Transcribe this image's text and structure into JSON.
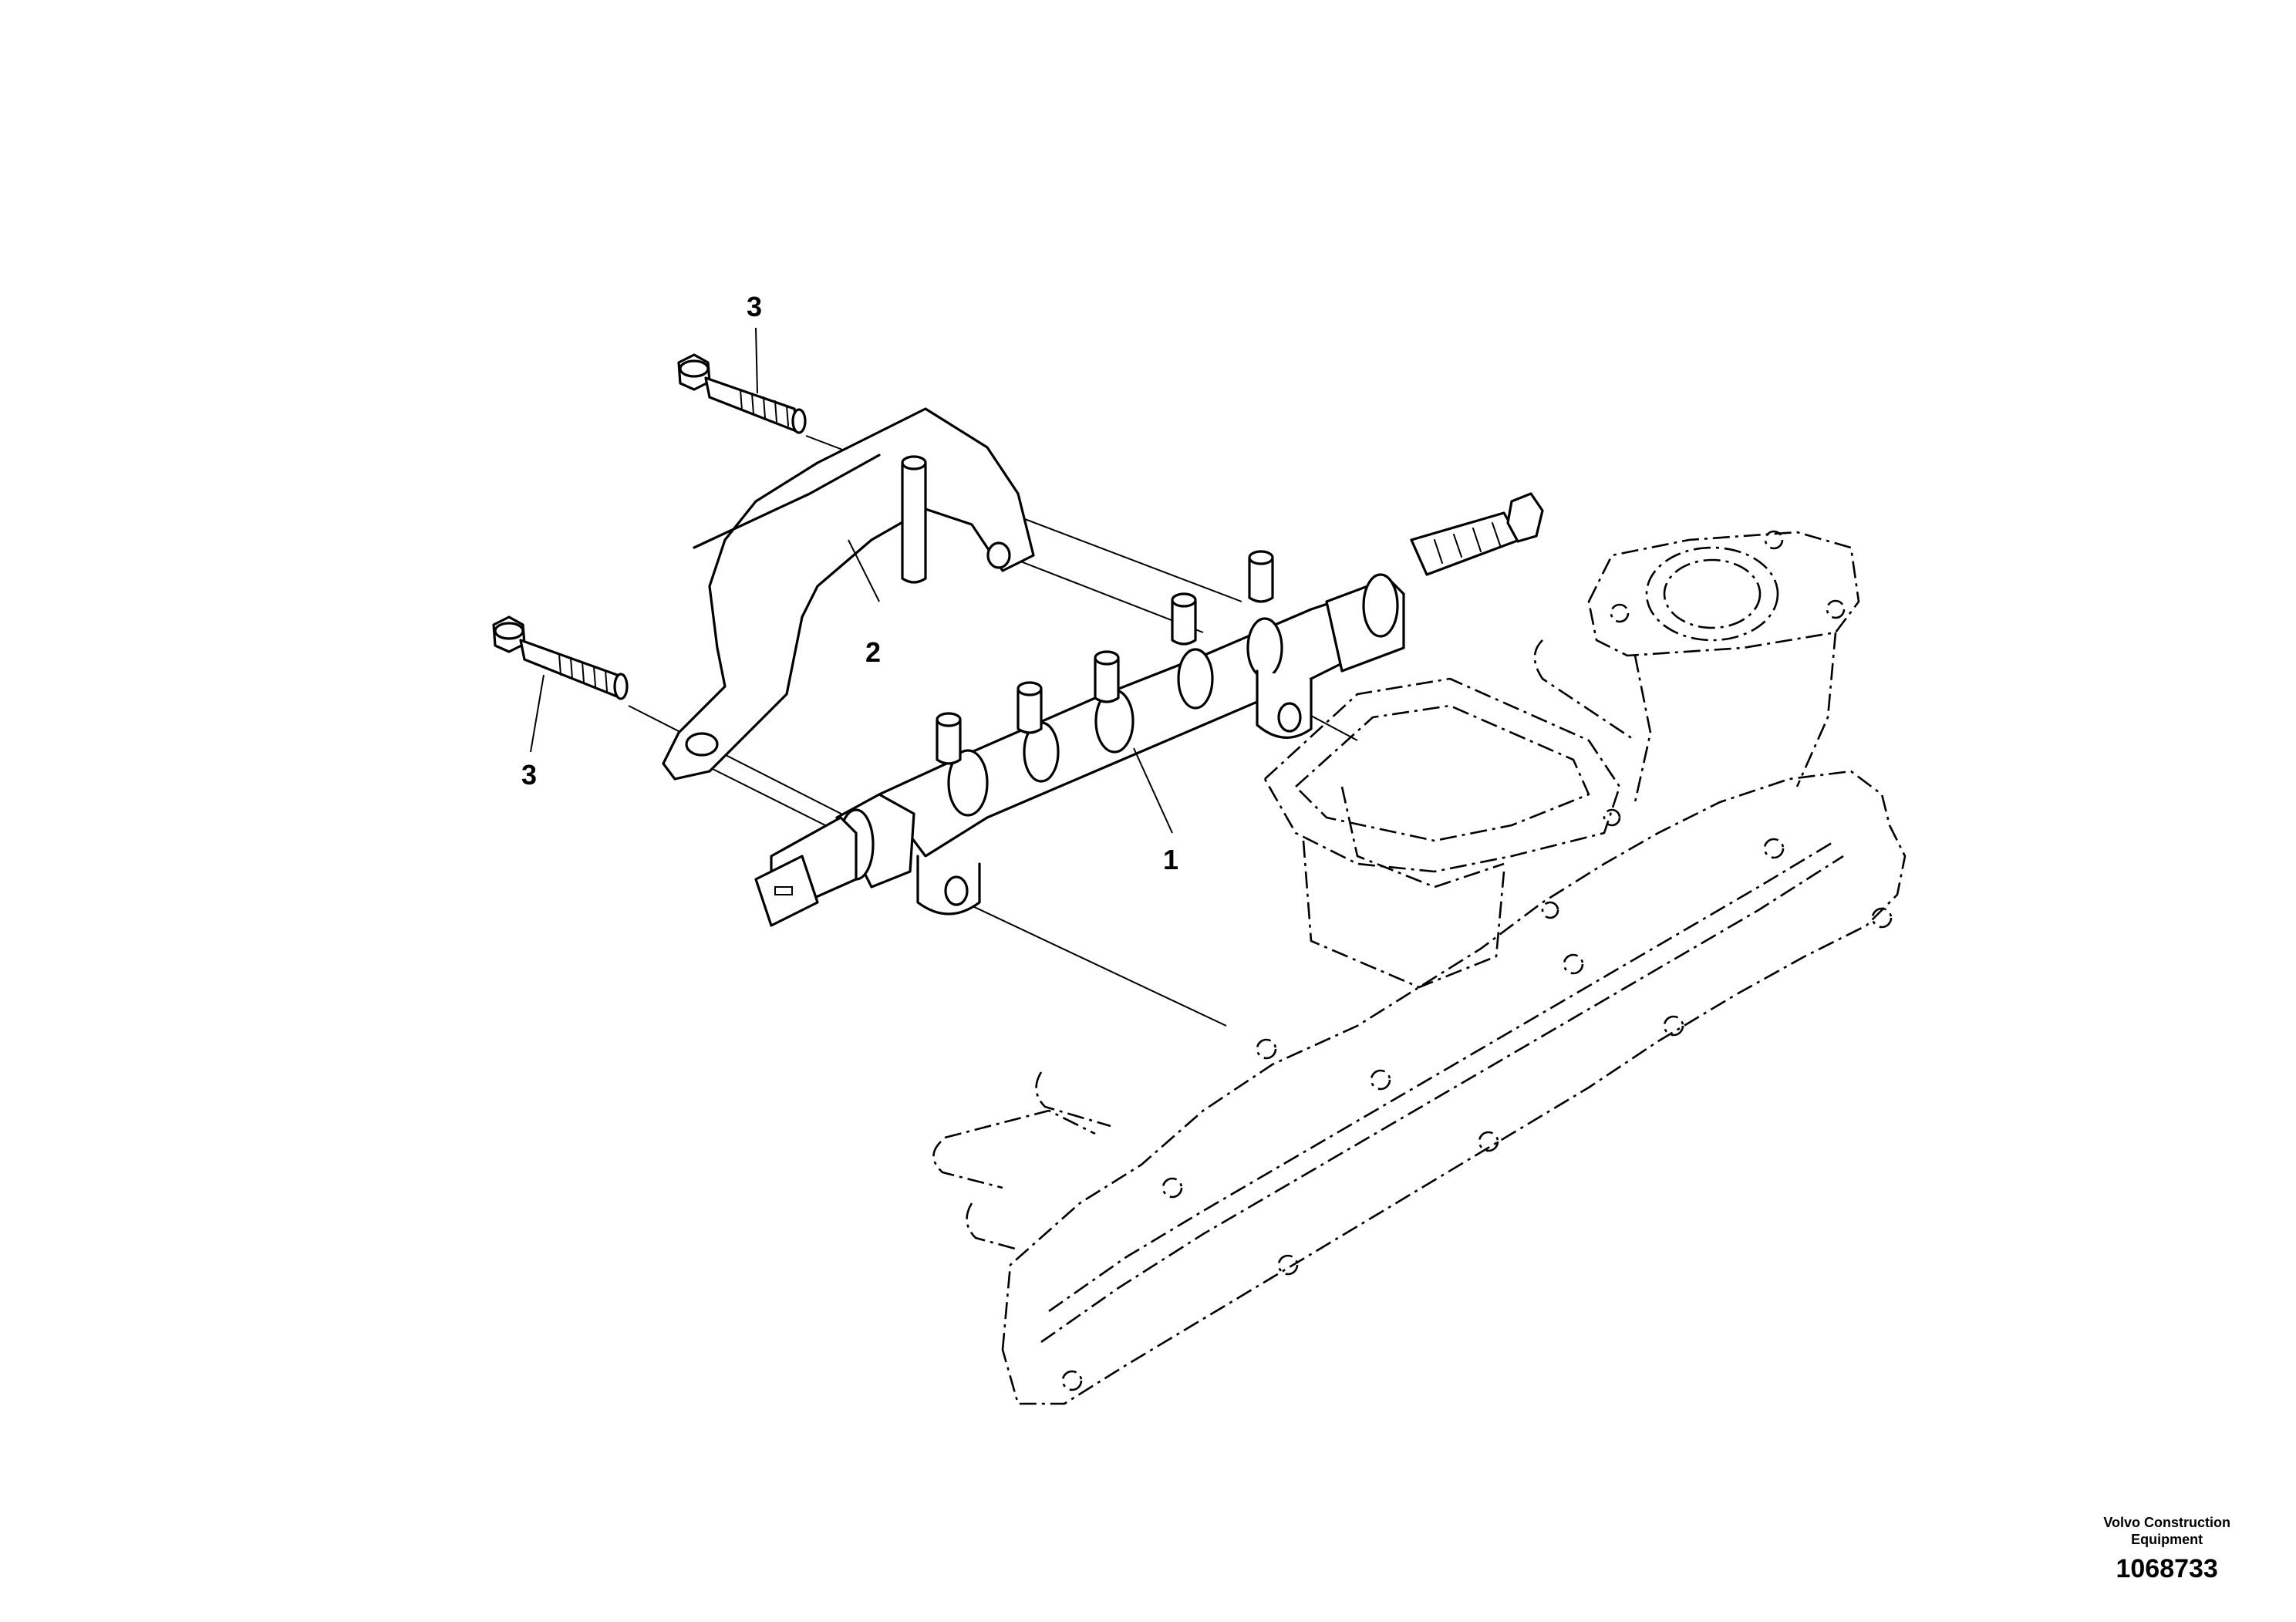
{
  "callouts": {
    "pos1": "1",
    "pos2": "2",
    "pos3_top": "3",
    "pos3_bottom": "3"
  },
  "footer": {
    "manufacturer_line1": "Volvo Construction",
    "manufacturer_line2": "Equipment",
    "drawing_number": "1068733"
  }
}
